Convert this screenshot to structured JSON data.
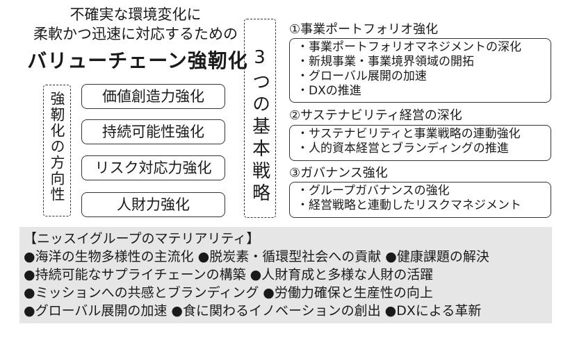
{
  "headline": {
    "line1": "不確実な環境変化に",
    "line2": "柔軟かつ迅速に対応するための",
    "line3": "バリューチェーン強靭化"
  },
  "direction": {
    "label": "強靭化の方向性",
    "items": [
      "価値創造力強化",
      "持続可能性強化",
      "リスク対応力強化",
      "人財力強化"
    ]
  },
  "strategies_label": "3つの基本戦略",
  "strategies": [
    {
      "title": "①事業ポートフォリオ強化",
      "points": [
        "・事業ポートフォリオマネジメントの深化",
        "・新規事業・事業境界領域の開拓",
        "・グローバル展開の加速",
        "・DXの推進"
      ]
    },
    {
      "title": "②サステナビリティ経営の深化",
      "points": [
        "・サステナビリティと事業戦略の連動強化",
        "・人的資本経営とブランディングの推進"
      ]
    },
    {
      "title": "③ガバナンス強化",
      "points": [
        "・グループガバナンスの強化",
        "・経営戦略と連動したリスクマネジメント"
      ]
    }
  ],
  "materiality": {
    "title": "【ニッスイグループのマテリアリティ】",
    "lines": [
      "●海洋の生物多様性の主流化 ●脱炭素・循環型社会への貢献 ●健康課題の解決",
      "●持続可能なサプライチェーンの構築 ●人財育成と多様な人財の活躍",
      "●ミッションへの共感とブランディング ●労働力確保と生産性の向上",
      "●グローバル展開の加速 ●食に関わるイノベーションの創出 ●DXによる革新"
    ]
  }
}
